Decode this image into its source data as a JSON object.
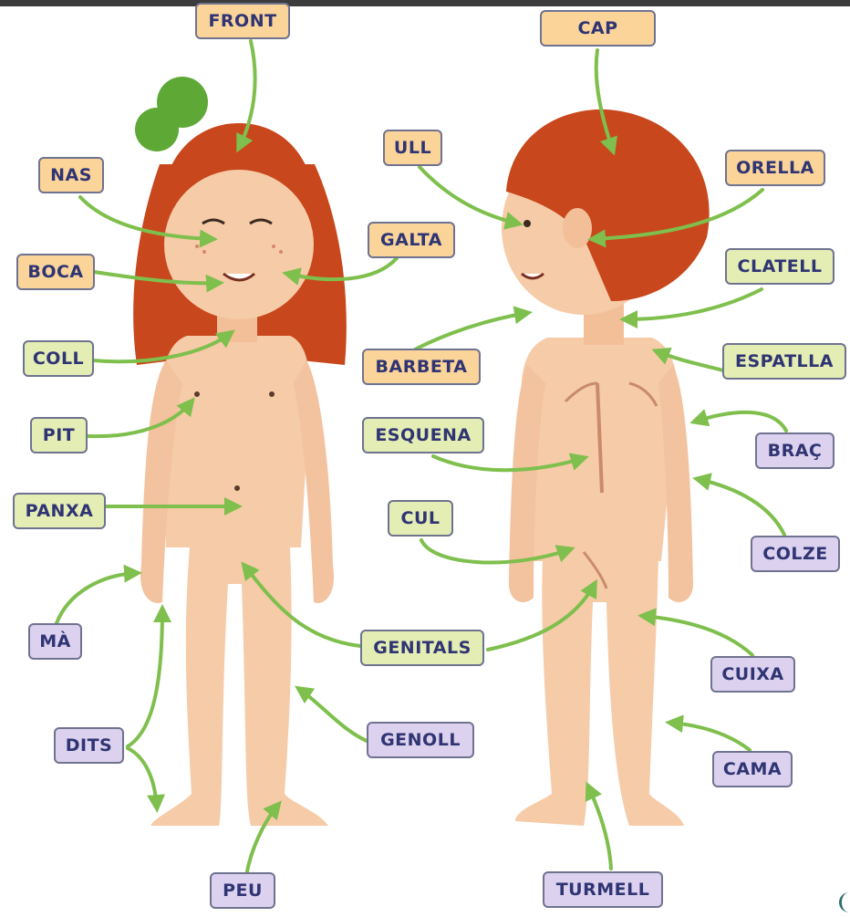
{
  "labels": {
    "front": "FRONT",
    "nas": "NAS",
    "boca": "BOCA",
    "coll": "COLL",
    "pit": "PIT",
    "panxa": "PANXA",
    "ma": "MÀ",
    "dits": "DITS",
    "peu": "PEU",
    "galta": "GALTA",
    "genoll": "GENOLL",
    "genitals": "GENITALS",
    "cap": "CAP",
    "ull": "ULL",
    "orella": "ORELLA",
    "clatell": "CLATELL",
    "barbeta": "BARBETA",
    "espatlla": "ESPATLLA",
    "esquena": "ESQUENA",
    "brac": "BRAÇ",
    "cul": "CUL",
    "colze": "COLZE",
    "cuixa": "CUIXA",
    "cama": "CAMA",
    "turmell": "TURMELL"
  },
  "colors": {
    "head_label": "#fbd49a",
    "trunk_label": "#e4edb4",
    "limb_label": "#dcd1ee",
    "arrow": "#7fbf4d",
    "skin": "#f6cba8",
    "hair": "#c8471c",
    "bow": "#5ea836"
  }
}
